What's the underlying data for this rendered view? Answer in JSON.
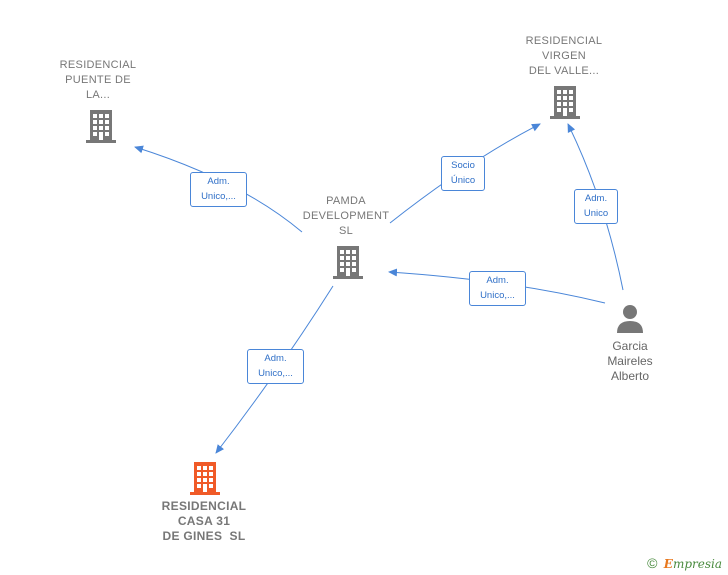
{
  "nodes": {
    "puente": {
      "label": [
        "RESIDENCIAL",
        "PUENTE DE",
        "LA..."
      ]
    },
    "virgen": {
      "label": [
        "RESIDENCIAL",
        "VIRGEN",
        "DEL VALLE..."
      ]
    },
    "pamda": {
      "label": [
        "PAMDA",
        "DEVELOPMENT",
        "SL"
      ]
    },
    "garcia": {
      "label": [
        "Garcia",
        "Maireles",
        "Alberto"
      ]
    },
    "casa31": {
      "label": [
        "RESIDENCIAL",
        "CASA 31",
        "DE GINES  SL"
      ]
    }
  },
  "edges": {
    "pamda_puente": [
      "Adm.",
      "Unico,..."
    ],
    "pamda_virgen": [
      "Socio",
      "Único"
    ],
    "garcia_virgen": [
      "Adm.",
      "Unico"
    ],
    "garcia_pamda": [
      "Adm.",
      "Unico,..."
    ],
    "pamda_casa31": [
      "Adm.",
      "Unico,..."
    ]
  },
  "colors": {
    "building": "#777777",
    "building_highlight": "#f05a28",
    "edge": "#4a86d8",
    "person": "#777777"
  },
  "footer": {
    "copyright": "©",
    "brand_first": "E",
    "brand_rest": "mpresia"
  }
}
